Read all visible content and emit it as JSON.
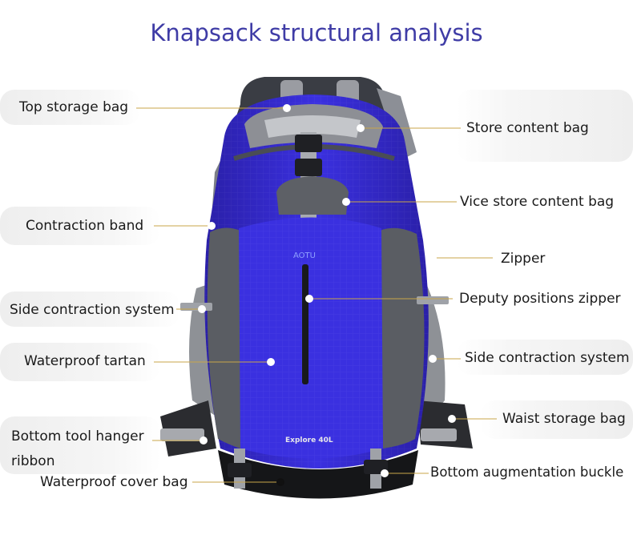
{
  "title": "Knapsack structural analysis",
  "backpack": {
    "brand": "AOTU",
    "model": "Explore 40L"
  },
  "labels": {
    "top_storage_bag": "Top storage bag",
    "store_content_bag": "Store content bag",
    "vice_store_content_bag": "Vice store content bag",
    "contraction_band": "Contraction band",
    "zipper": "Zipper",
    "side_contraction_system_left": "Side contraction system",
    "deputy_positions_zipper": "Deputy positions zipper",
    "waterproof_tartan": "Waterproof tartan",
    "side_contraction_system_right": "Side contraction system",
    "bottom_tool_hanger": "Bottom tool hanger",
    "bottom_tool_hanger_2": "ribbon",
    "waist_storage_bag": "Waist storage bag",
    "waterproof_cover_bag": "Waterproof cover bag",
    "bottom_augmentation_buckle": "Bottom augmentation buckle"
  },
  "colors": {
    "title": "#3f3ca6",
    "bag_blue": "#2c25c9",
    "bag_gray": "#5a5d63",
    "leader": "#c9a64a"
  }
}
